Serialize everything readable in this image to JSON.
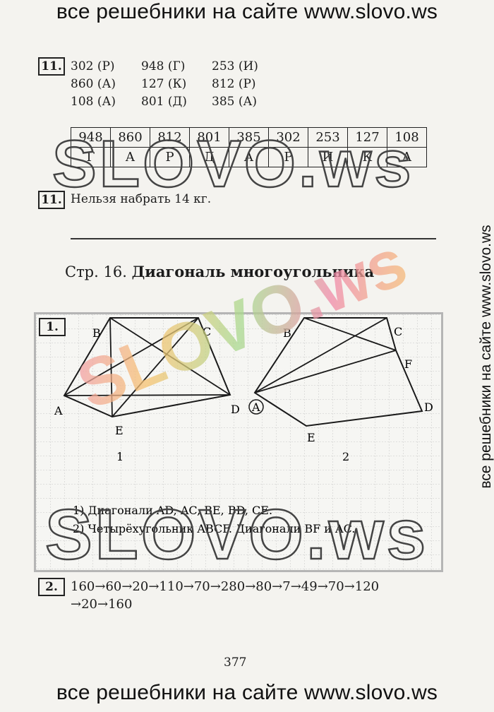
{
  "banner_top": "все решебники на сайте www.slovo.ws",
  "banner_bottom": "все решебники на сайте www.slovo.ws",
  "banner_side": "все решебники на сайте www.slovo.ws",
  "task11a": {
    "number": "11.",
    "rows": [
      [
        "302 (Р)",
        "948 (Г)",
        "253 (И)"
      ],
      [
        "860 (А)",
        "127 (К)",
        "812 (Р)"
      ],
      [
        "108 (А)",
        "801 (Д)",
        "385 (А)"
      ]
    ]
  },
  "cipher_table": {
    "numbers": [
      "948",
      "860",
      "812",
      "801",
      "385",
      "302",
      "253",
      "127",
      "108"
    ],
    "letters": [
      "Г",
      "А",
      "Р",
      "Д",
      "А",
      "Р",
      "И",
      "К",
      "А"
    ]
  },
  "task11b": {
    "number": "11.",
    "text": "Нельзя набрать 14 кг."
  },
  "heading": {
    "prefix": "Стр. 16.",
    "title": "Диагональ многоугольника"
  },
  "figure": {
    "number": "1.",
    "fig1_points": {
      "A": "A",
      "B": "B",
      "C": "C",
      "D": "D",
      "E": "E"
    },
    "fig2_points": {
      "A": "A",
      "B": "B",
      "C": "C",
      "F": "F",
      "D": "D",
      "E": "E"
    },
    "label1": "1",
    "label2": "2",
    "answer1": "1) Диагонали AD, AC, BE, BD, CE.",
    "answer2": "2) Четырёхугольник ABCF. Диагонали BF и AC."
  },
  "task2": {
    "number": "2.",
    "line1": "160→60→20→110→70→280→80→7→49→70→120",
    "line2": "→20→160"
  },
  "page_number": "377",
  "watermark": "SLOVO.ws"
}
